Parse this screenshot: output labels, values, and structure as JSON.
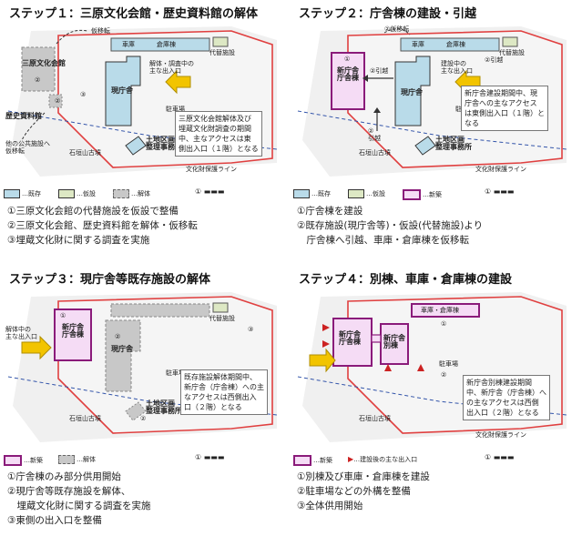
{
  "colors": {
    "existing": "#b9dbe9",
    "temporary": "#dde8c4",
    "demolish": "#c8c8c8",
    "new_building": "#f5dcf5",
    "new_outline": "#8a1b7a",
    "site_outline": "#e04040",
    "arrow": "#f2c400",
    "dashed_line": "#3355aa",
    "entry_arrow": "#cc2222"
  },
  "panels": [
    {
      "title": "ステップ１：三原文化会館・歴史資料館の解体",
      "labels": {
        "karii": "仮移転",
        "temp_building": "代替施設",
        "garage": "車庫",
        "warehouse": "倉庫棟",
        "bunka": "三原文化会館",
        "circle2a": "②",
        "circle3": "③",
        "entrance": "解体・調査中の\n主な出入口",
        "genchosha": "現庁舎",
        "parking": "駐車場",
        "rekishi": "歴史資料館",
        "circle2b": "②",
        "other_public": "他の公共施設へ\n仮移転",
        "ishigakiyama": "石垣山古墳",
        "land_office": "土地区画\n整理事務所",
        "cultural_line": "文化財保護ライン"
      },
      "note": "三原文化会館解体及び\n埋蔵文化財調査の期間\n中、主なアクセスは東\n側出入口（１階）となる",
      "legend": [
        {
          "swatch": "existing",
          "label": "…既存"
        },
        {
          "swatch": "temporary",
          "label": "…仮設"
        },
        {
          "swatch": "demolish",
          "label": "…解体"
        }
      ],
      "steps": [
        "①三原文化会館の代替施設を仮設で整備",
        "②三原文化会館、歴史資料館を解体・仮移転",
        "③埋蔵文化財に関する調査を実施"
      ]
    },
    {
      "title": "ステップ２：庁舎棟の建設・引越",
      "labels": {
        "karii": "②仮移転",
        "temp_building": "代替施設",
        "garage": "車庫",
        "warehouse": "倉庫棟",
        "circle1": "①",
        "new_building": "新庁舎\n庁舎棟",
        "move_in": "②引越",
        "genchosha": "現庁舎",
        "entrance": "建設中の\n主な出入口",
        "move_right": "②引越",
        "parking": "駐車場",
        "hikkoshi2": "②\n引越",
        "ishigakiyama": "石垣山古墳",
        "land_office": "土地区画\n整理事務所",
        "cultural_line": "文化財保護ライン"
      },
      "note": "新庁舎建設期間中、現\n庁舎への主なアクセス\nは東側出入口（１階）と\nなる",
      "legend": [
        {
          "swatch": "existing",
          "label": "…既存"
        },
        {
          "swatch": "temporary",
          "label": "…仮設"
        },
        {
          "swatch": "new_building",
          "label": "…新築"
        }
      ],
      "steps": [
        "①庁舎棟を建設",
        "②既存施設(現庁舎等)・仮設(代替施設)より",
        "　庁舎棟へ引越、車庫・倉庫棟を仮移転"
      ]
    },
    {
      "title": "ステップ３：現庁舎等既存施設の解体",
      "labels": {
        "temp_building": "代替施設",
        "circle1": "①",
        "new_building": "新庁舎\n庁舎棟",
        "entrance": "解体中の\n主な出入口",
        "circle2": "②",
        "genchosha": "現庁舎",
        "parking": "駐車場",
        "circle3": "③",
        "ishigakiyama": "石垣山古墳",
        "land_office": "土地区画\n整理事務所",
        "circle2b": "②"
      },
      "note": "既存施設解体期間中、\n新庁舎（庁舎棟）への主\nなアクセスは西側出入\n口（２階）となる",
      "legend": [
        {
          "swatch": "new_building",
          "label": "…新築"
        },
        {
          "swatch": "demolish",
          "label": "…解体"
        }
      ],
      "steps": [
        "①庁舎棟のみ部分供用開始",
        "②現庁舎等既存施設を解体、",
        "　埋蔵文化財に関する調査を実施",
        "③東側の出入口を整備"
      ]
    },
    {
      "title": "ステップ４：別棟、車庫・倉庫棟の建設",
      "labels": {
        "garage_wh": "車庫・倉庫棟",
        "circle1": "①",
        "new_building": "新庁舎\n庁舎棟",
        "annex": "新庁舎\n別棟",
        "parking": "駐車場",
        "circle2": "②",
        "ishigakiyama": "石垣山古墳",
        "cultural_line": "文化財保護ライン"
      },
      "note": "新庁舎別棟建設期間\n中、新庁舎（庁舎棟）へ\nの主なアクセスは西側\n出入口（２階）となる",
      "legend": [
        {
          "swatch": "new_building",
          "label": "…新築"
        },
        {
          "swatch": "entry_arrow",
          "label": "…建設後の主な出入口"
        }
      ],
      "steps": [
        "①別棟及び車庫・倉庫棟を建設",
        "②駐車場などの外構を整備",
        "③全体供用開始"
      ]
    }
  ]
}
